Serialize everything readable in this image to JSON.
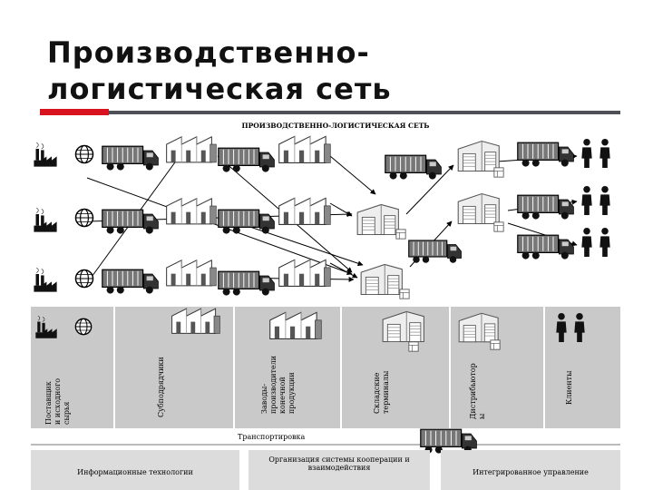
{
  "title": {
    "line1": "Производственно-",
    "line2": "логистическая сеть"
  },
  "diagram": {
    "header": "ПРОИЗВОДСТВЕННО-ЛОГИСТИЧЕСКАЯ СЕТЬ",
    "columns": [
      {
        "lines": [
          "Поставщик",
          "и исходного",
          "сырья"
        ]
      },
      {
        "lines": [
          "Субподрядчики"
        ]
      },
      {
        "lines": [
          "Заводы-",
          "производители",
          "конечной",
          "продукции"
        ]
      },
      {
        "lines": [
          "Складские",
          "терминалы"
        ]
      },
      {
        "lines": [
          "Дистрибьютор",
          "ы"
        ]
      },
      {
        "lines": [
          "Клиенты"
        ]
      }
    ],
    "transport_label": "Транспортировка",
    "bottom": {
      "it": "Информационные технологии",
      "cooperation_line1": "Организация системы кооперации и",
      "cooperation_line2": "взаимодействия",
      "integrated": "Интегрированное управление"
    }
  },
  "colors": {
    "accent_red": "#d8131f",
    "bar_dark": "#4f5057",
    "panel_gray": "#c9c9c9"
  },
  "icons": [
    "factory-icon",
    "globe-icon",
    "truck-icon",
    "sawtooth-plant-icon",
    "warehouse-icon",
    "package-icon",
    "person-icon"
  ]
}
